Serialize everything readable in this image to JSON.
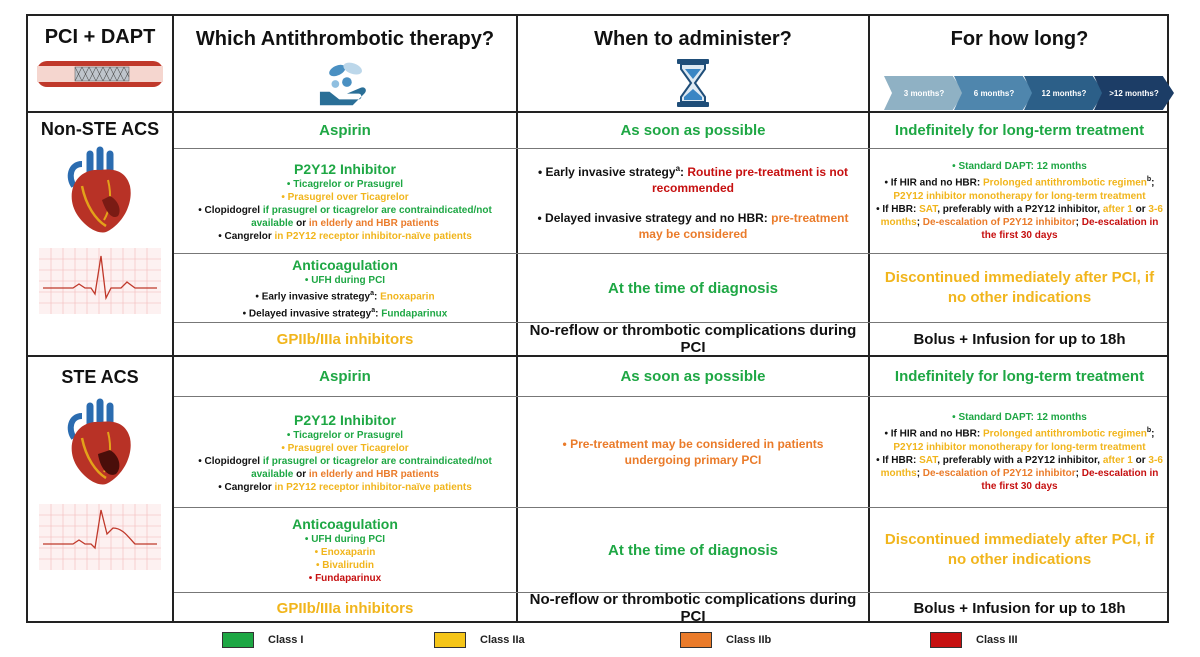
{
  "colors": {
    "class_I": "#1ea744",
    "class_IIa": "#f1b51c",
    "class_IIb": "#ea7b2a",
    "class_III": "#c61010"
  },
  "icons": [
    "stent-icon",
    "hand-pills-icon",
    "hourglass-icon",
    "heart-icon",
    "ecg-icon"
  ],
  "header": {
    "col0": "PCI + DAPT",
    "col1": "Which Antithrombotic therapy?",
    "col2": "When to administer?",
    "col3": "For how long?",
    "arrows": [
      "3 months?",
      "6 months?",
      "12 months?",
      ">12 months?"
    ]
  },
  "nste": {
    "label": "Non-STE ACS",
    "aspirin": {
      "therapy": "Aspirin",
      "when": "As soon as possible",
      "duration": "Indefinitely for long-term treatment"
    },
    "p2y12": {
      "title": "P2Y12 Inhibitor",
      "l1": "Ticagrelor or Prasugrel",
      "l2": "Prasugrel over Ticagrelor",
      "l3a": "Clopidogrel ",
      "l3b": "if prasugrel or ticagrelor are contraindicated/not available",
      "l3c": " or ",
      "l3d": "in elderly and HBR patients",
      "l4a": "Cangrelor ",
      "l4b": "in P2Y12 receptor inhibitor-naïve patients",
      "when1a": "Early invasive strategy",
      "when1sup": "a",
      "when1b": ": ",
      "when1c": "Routine pre-treatment is not recommended",
      "when2a": "Delayed invasive strategy and no HBR: ",
      "when2b": "pre-treatment may be considered",
      "d1": "Standard DAPT: 12 months",
      "d2a": "If HIR and no HBR: ",
      "d2b": "Prolonged antithrombotic regimen",
      "d2sup": "b",
      "d2c": "; ",
      "d2d": "P2Y12 inhibitor monotherapy for long-term treatment",
      "d3a": "If HBR: ",
      "d3b": "SAT",
      "d3c": ", preferably with a P2Y12 inhibitor, ",
      "d3d": "after 1",
      "d3e": " or ",
      "d3f": "3-6 months",
      "d3g": "; ",
      "d3h": "De-escalation of P2Y12 inhibitor",
      "d3i": "; ",
      "d3j": "De-escalation in the first 30 days"
    },
    "anticoag": {
      "title": "Anticoagulation",
      "l1": "UFH during PCI",
      "l2a": "Early invasive strategy",
      "l2sup": "a",
      "l2b": ": ",
      "l2c": "Enoxaparin",
      "l3a": "Delayed invasive strategy",
      "l3sup": "a",
      "l3b": ": ",
      "l3c": "Fundaparinux",
      "when": "At the time of diagnosis",
      "duration": "Discontinued immediately after PCI, if no other indications"
    },
    "gp": {
      "therapy": "GPIIb/IIIa inhibitors",
      "when": "No-reflow or thrombotic complications during PCI",
      "duration": "Bolus + Infusion for up to 18h"
    }
  },
  "ste": {
    "label": "STE ACS",
    "aspirin": {
      "therapy": "Aspirin",
      "when": "As soon as possible",
      "duration": "Indefinitely for long-term treatment"
    },
    "p2y12": {
      "title": "P2Y12 Inhibitor",
      "l1": "Ticagrelor or Prasugrel",
      "l2": "Prasugrel over Ticagrelor",
      "l3a": "Clopidogrel ",
      "l3b": "if prasugrel or ticagrelor are contraindicated/not available",
      "l3c": " or ",
      "l3d": "in elderly and HBR patients",
      "l4a": "Cangrelor ",
      "l4b": "in P2Y12 receptor inhibitor-naïve patients",
      "when": "Pre-treatment may be considered in patients undergoing primary PCI",
      "d1": "Standard DAPT: 12 months",
      "d2a": "If HIR and no HBR: ",
      "d2b": "Prolonged antithrombotic regimen",
      "d2sup": "b",
      "d2c": "; ",
      "d2d": "P2Y12 inhibitor monotherapy for long-term treatment",
      "d3a": "If HBR: ",
      "d3b": "SAT",
      "d3c": ", preferably with a P2Y12 inhibitor, ",
      "d3d": "after 1",
      "d3e": " or ",
      "d3f": "3-6 months",
      "d3g": "; ",
      "d3h": "De-escalation of P2Y12 inhibitor",
      "d3i": "; ",
      "d3j": "De-escalation in the first 30 days"
    },
    "anticoag": {
      "title": "Anticoagulation",
      "l1": "UFH during PCI",
      "l2": "Enoxaparin",
      "l3": "Bivalirudin",
      "l4": "Fundaparinux",
      "when": "At the time of diagnosis",
      "duration": "Discontinued immediately after PCI, if no other indications"
    },
    "gp": {
      "therapy": "GPIIb/IIIa inhibitors",
      "when": "No-reflow or thrombotic complications during PCI",
      "duration": "Bolus + Infusion for up to 18h"
    }
  },
  "legend": [
    "Class I",
    "Class IIa",
    "Class IIb",
    "Class III"
  ]
}
